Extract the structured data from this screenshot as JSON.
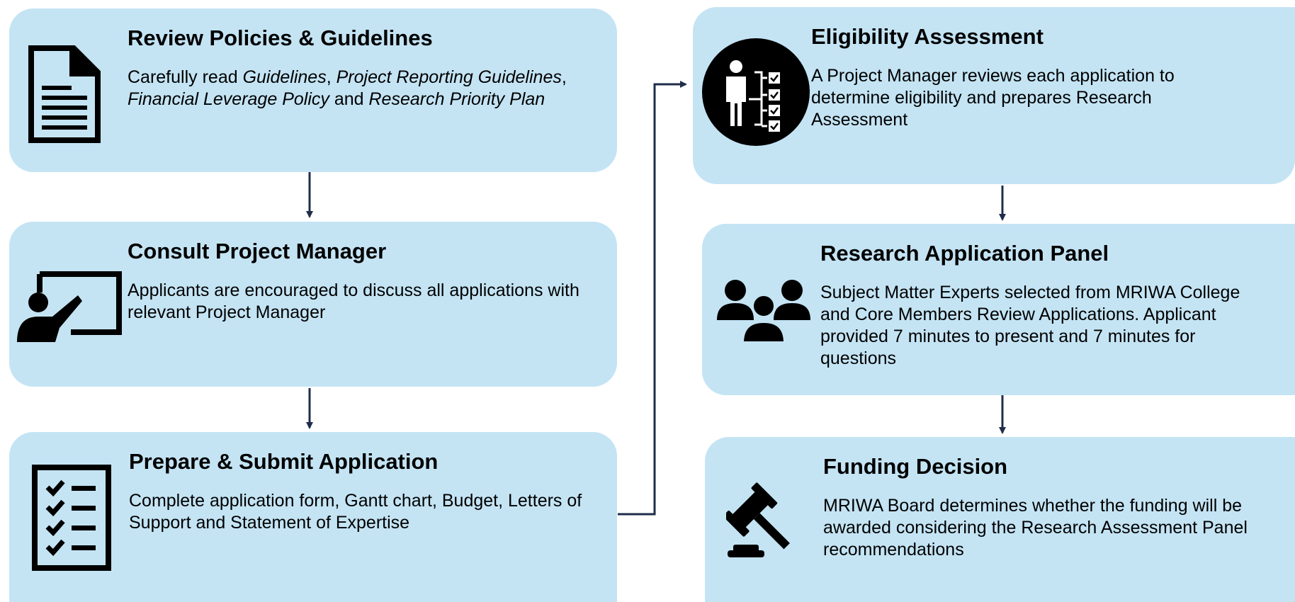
{
  "steps": {
    "review": {
      "title": "Review Policies & Guidelines",
      "desc": [
        {
          "t": "Carefully read ",
          "i": false
        },
        {
          "t": "Guidelines",
          "i": true
        },
        {
          "t": ", ",
          "i": false
        },
        {
          "t": "Project Reporting Guidelines",
          "i": true
        },
        {
          "t": ", ",
          "i": false
        },
        {
          "t": "Financial Leverage Policy",
          "i": true
        },
        {
          "t": " and ",
          "i": false
        },
        {
          "t": "Research Priority Plan",
          "i": true
        }
      ],
      "icon": "document-icon"
    },
    "consult": {
      "title": "Consult Project Manager",
      "desc": "Applicants are encouraged to discuss all applications with relevant Project Manager",
      "icon": "presenter-icon"
    },
    "prepare": {
      "title": "Prepare & Submit Application",
      "desc": "Complete application form, Gantt chart, Budget, Letters of Support and Statement of Expertise",
      "icon": "checklist-icon"
    },
    "eligibility": {
      "title": "Eligibility Assessment",
      "desc": "A Project Manager reviews each application to determine eligibility and prepares Research Assessment",
      "icon": "person-checklist-icon"
    },
    "panel": {
      "title": "Research Application Panel",
      "desc": "Subject Matter Experts selected from MRIWA College and Core Members Review Applications.  Applicant provided 7 minutes to present and 7 minutes for questions",
      "icon": "group-icon"
    },
    "funding": {
      "title": "Funding Decision",
      "desc": "MRIWA Board determines whether the funding will be awarded considering the Research Assessment Panel recommendations",
      "icon": "gavel-icon"
    }
  },
  "colors": {
    "box": "#c4e4f4",
    "arrow": "#1f2d4a",
    "icon": "#000000"
  }
}
